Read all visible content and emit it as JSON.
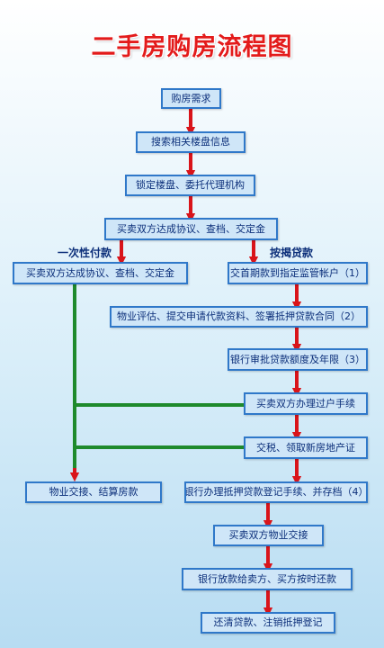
{
  "title": "二手房购房流程图",
  "colors": {
    "arrow": "#d9141a",
    "line": "#1e8a2c",
    "box_fill": "#cfe6f8",
    "box_border": "#2f78c9",
    "title": "#e31b1b"
  },
  "branches": {
    "full_payment": "一次性付款",
    "mortgage": "按揭贷款"
  },
  "steps": {
    "need": "购房需求",
    "search": "搜索相关楼盘信息",
    "lock": "锁定楼盘、委托代理机构",
    "agreement": "买卖双方达成协议、查档、交定金",
    "full_agreement": "买卖双方达成协议、查档、交定金",
    "down_payment": "交首期款到指定监管帐户（1）",
    "appraisal": "物业评估、提交申请代款资料、签署抵押贷款合同（2）",
    "approval": "银行审批贷款额度及年限（3）",
    "transfer": "买卖双方办理过户手续",
    "tax": "交税、领取新房地产证",
    "full_handover": "物业交接、结算房款",
    "mortgage_reg": "银行办理抵押贷款登记手续、并存档（4）",
    "handover": "买卖双方物业交接",
    "release": "银行放款给卖方、买方按时还款",
    "payoff": "还清贷款、注销抵押登记"
  }
}
